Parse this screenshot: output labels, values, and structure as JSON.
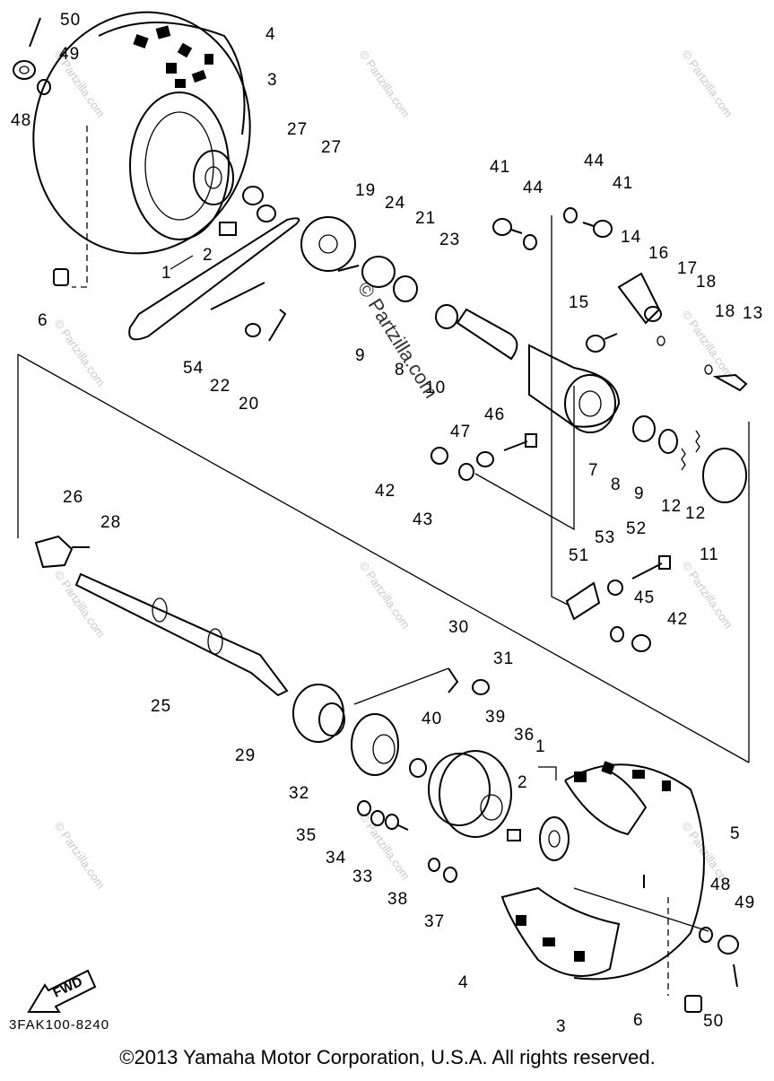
{
  "callouts": [
    "50",
    "49",
    "48",
    "4",
    "3",
    "27",
    "27",
    "2",
    "1",
    "6",
    "19",
    "24",
    "21",
    "23",
    "41",
    "44",
    "44",
    "41",
    "14",
    "16",
    "17",
    "18",
    "18",
    "13",
    "15",
    "9",
    "8",
    "54",
    "22",
    "20",
    "10",
    "47",
    "46",
    "42",
    "43",
    "7",
    "8",
    "9",
    "12",
    "12",
    "11",
    "26",
    "28",
    "51",
    "53",
    "52",
    "45",
    "42",
    "30",
    "31",
    "25",
    "29",
    "32",
    "40",
    "39",
    "36",
    "1",
    "2",
    "35",
    "34",
    "33",
    "38",
    "37",
    "5",
    "48",
    "49",
    "4",
    "3",
    "6",
    "50"
  ],
  "watermark": {
    "brand": "© Partzilla.com",
    "center_brand": "© Partzilla.com"
  },
  "fwd_label": "FWD",
  "diagram_code": "3FAK100-8240",
  "copyright": "©2013 Yamaha Motor Corporation, U.S.A. All rights reserved."
}
